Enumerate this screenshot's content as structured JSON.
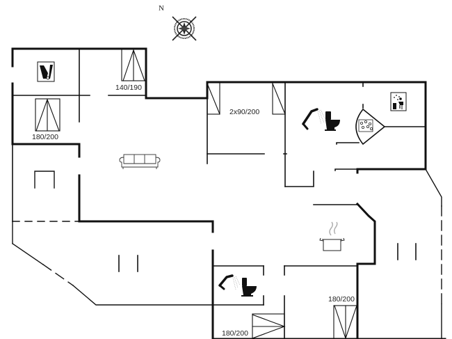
{
  "title": "Floor plan",
  "compass": {
    "north_label": "N"
  },
  "rooms": [
    {
      "id": "bedroom-top-left",
      "bed_label": "180/200",
      "features": [
        "sauna"
      ]
    },
    {
      "id": "bedroom-top-middle",
      "bed_label": "140/190"
    },
    {
      "id": "bedroom-twin",
      "bed_label": "2x90/200"
    },
    {
      "id": "bathroom-top",
      "features": [
        "shower",
        "toilet",
        "spa-bath",
        "sauna"
      ]
    },
    {
      "id": "living-room",
      "features": [
        "sofa"
      ]
    },
    {
      "id": "kitchen",
      "features": [
        "cooking-pot"
      ]
    },
    {
      "id": "bathroom-bottom",
      "features": [
        "shower",
        "toilet"
      ]
    },
    {
      "id": "bedroom-bottom-left",
      "bed_label": "180/200"
    },
    {
      "id": "bedroom-bottom-right",
      "bed_label": "180/200"
    },
    {
      "id": "terrace-left"
    },
    {
      "id": "terrace-right"
    }
  ],
  "labels": {
    "bed_140_190": "140/190",
    "bed_180_200_top": "180/200",
    "bed_2x90_200": "2x90/200",
    "bed_180_200_bottom_right": "180/200",
    "bed_180_200_bottom_left": "180/200"
  },
  "colors": {
    "wall": "#111111",
    "line": "#222222",
    "background": "#ffffff",
    "steam": "#b0b0b0"
  }
}
